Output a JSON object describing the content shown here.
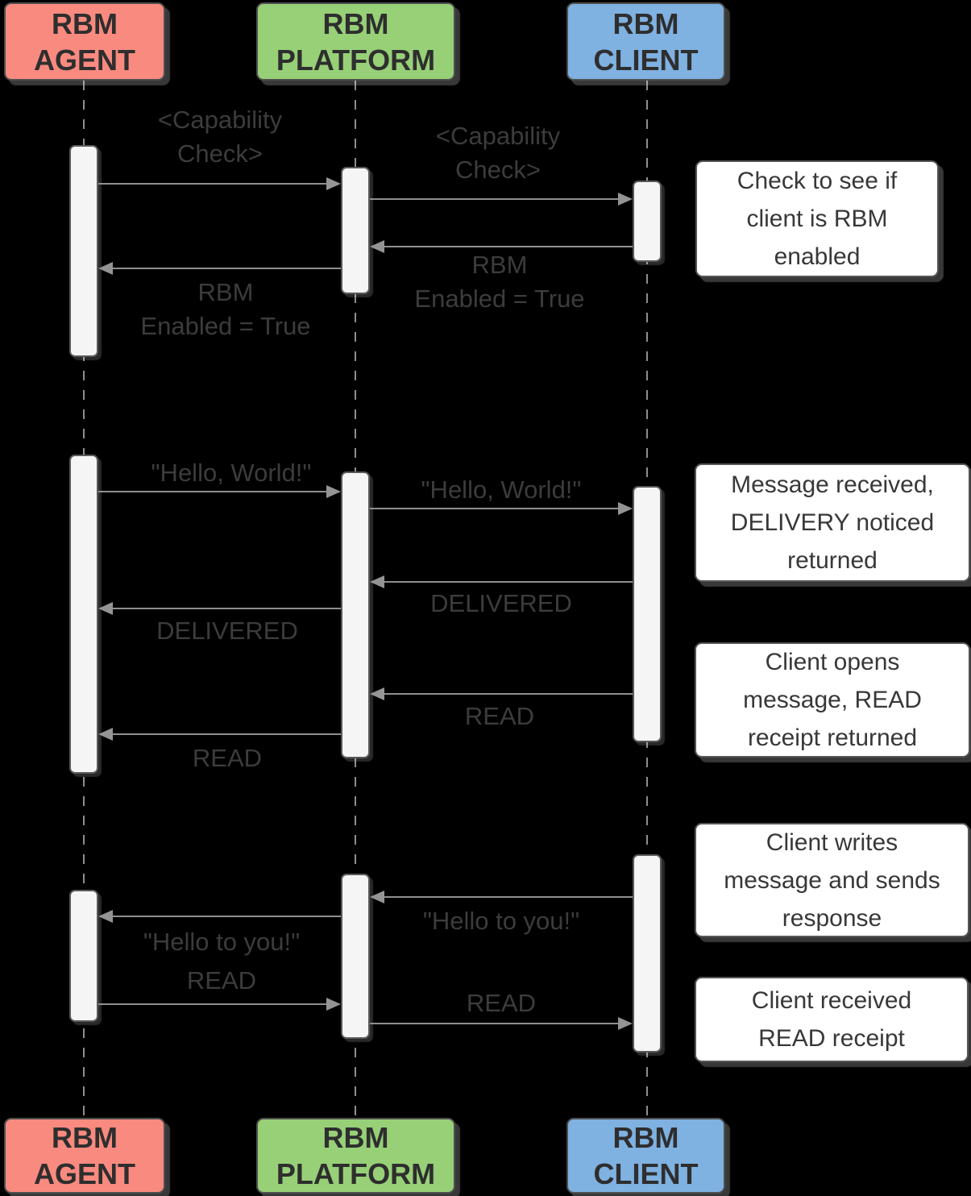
{
  "diagram": {
    "type": "sequence",
    "style": {
      "background_color": "#000000",
      "arrow_color": "#8F8F8F",
      "label_color": "#3C3C3C",
      "lifeline_color": "#8E8E8E",
      "activation_fill": "#F5F5F5",
      "note_fill": "#FFFFFF",
      "note_text_color": "#383838"
    },
    "actors": [
      {
        "id": "agent",
        "label": "RBM\nAGENT",
        "fill_color": "#F98A7F"
      },
      {
        "id": "platform",
        "label": "RBM\nPLATFORM",
        "fill_color": "#97D077"
      },
      {
        "id": "client",
        "label": "RBM\nCLIENT",
        "fill_color": "#7FB1E1"
      }
    ],
    "messages": [
      {
        "from": "agent",
        "to": "platform",
        "label": "<Capability\nCheck>"
      },
      {
        "from": "platform",
        "to": "client",
        "label": "<Capability\nCheck>"
      },
      {
        "from": "client",
        "to": "platform",
        "label": "RBM\nEnabled = True"
      },
      {
        "from": "platform",
        "to": "agent",
        "label": "RBM\nEnabled = True"
      },
      {
        "from": "agent",
        "to": "platform",
        "label": "\"Hello, World!\""
      },
      {
        "from": "platform",
        "to": "client",
        "label": "\"Hello, World!\""
      },
      {
        "from": "client",
        "to": "platform",
        "label": "DELIVERED"
      },
      {
        "from": "platform",
        "to": "agent",
        "label": "DELIVERED"
      },
      {
        "from": "client",
        "to": "platform",
        "label": "READ"
      },
      {
        "from": "platform",
        "to": "agent",
        "label": "READ"
      },
      {
        "from": "client",
        "to": "platform",
        "label": "\"Hello to you!\""
      },
      {
        "from": "platform",
        "to": "agent",
        "label": "\"Hello to you!\""
      },
      {
        "from": "agent",
        "to": "platform",
        "label": "READ"
      },
      {
        "from": "platform",
        "to": "client",
        "label": "READ"
      }
    ],
    "notes": [
      {
        "text": "Check to see if\nclient is RBM\nenabled"
      },
      {
        "text": "Message received,\nDELIVERY noticed\nreturned"
      },
      {
        "text": "Client opens\nmessage, READ\nreceipt returned"
      },
      {
        "text": "Client writes\nmessage and sends\nresponse"
      },
      {
        "text": "Client received\nREAD receipt"
      }
    ]
  }
}
